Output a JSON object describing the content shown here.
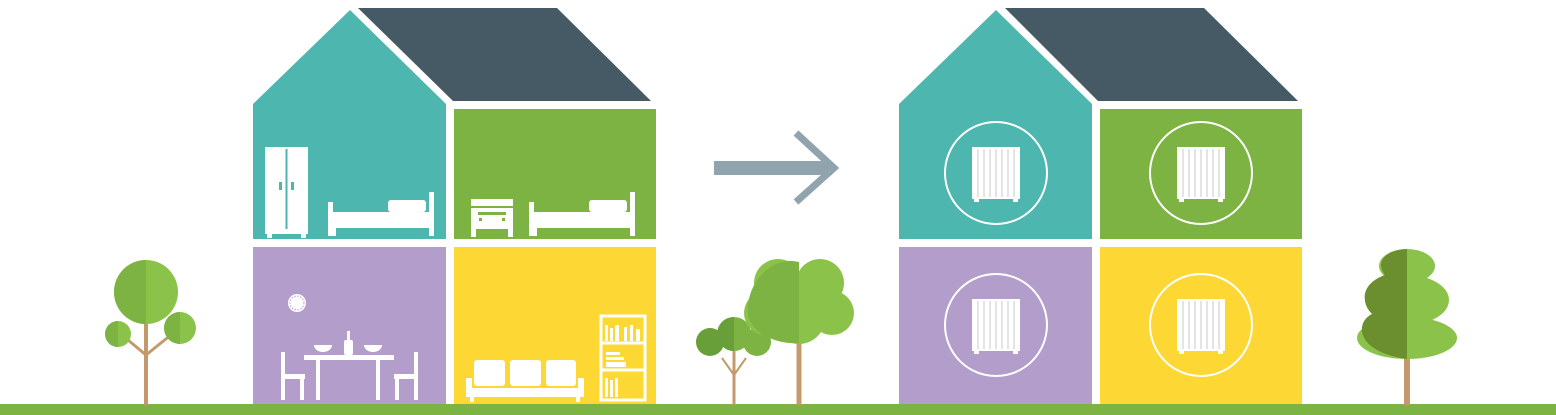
{
  "colors": {
    "teal": "#4db6ae",
    "dark_roof": "#455a64",
    "green": "#7cb342",
    "purple": "#b39dcb",
    "yellow": "#fdd835",
    "ground": "#7cb342",
    "trunk": "#c49a6c",
    "tree_light": "#8bc34a",
    "tree_dark": "#689f38",
    "arrow": "#90a4ae",
    "furniture": "#ffffff"
  },
  "scene": {
    "left_house": {
      "rooms": [
        {
          "name": "bedroom-with-wardrobe",
          "color": "teal",
          "contents": [
            "wardrobe-icon",
            "bed-icon"
          ]
        },
        {
          "name": "bedroom-with-dresser",
          "color": "green",
          "contents": [
            "dresser-icon",
            "bed-icon"
          ]
        },
        {
          "name": "dining-room",
          "color": "purple",
          "contents": [
            "clock-icon",
            "dining-table-icon",
            "chair-icon"
          ]
        },
        {
          "name": "living-room",
          "color": "yellow",
          "contents": [
            "sofa-icon",
            "bookshelf-icon"
          ]
        }
      ]
    },
    "arrow_icon": "arrow-right-icon",
    "right_house": {
      "rooms": [
        {
          "name": "room-top-left",
          "color": "teal",
          "contents": [
            "radiator-icon"
          ]
        },
        {
          "name": "room-top-right",
          "color": "green",
          "contents": [
            "radiator-icon"
          ]
        },
        {
          "name": "room-bottom-left",
          "color": "purple",
          "contents": [
            "radiator-icon"
          ]
        },
        {
          "name": "room-bottom-right",
          "color": "yellow",
          "contents": [
            "radiator-icon"
          ]
        }
      ]
    },
    "trees": [
      "tree-icon",
      "tree-icon",
      "tree-icon",
      "tree-icon"
    ]
  }
}
